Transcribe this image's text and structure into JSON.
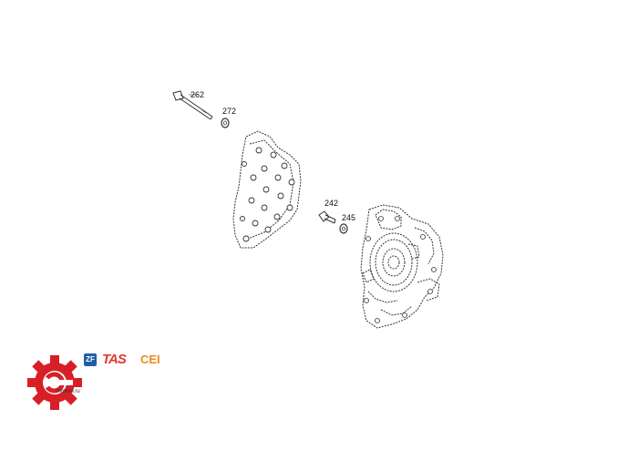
{
  "callouts": {
    "c262": "262",
    "c272": "272",
    "c242": "242",
    "c245": "245"
  },
  "logos": {
    "zf": "ZF",
    "tas": "TAS",
    "cei": "CEI",
    "site": "mhtron.ru"
  },
  "colors": {
    "line": "#333333",
    "gear_red": "#d81f26",
    "zf_blue": "#1f5fa8",
    "tas_red": "#e23b2a",
    "cei_orange": "#f08a1c"
  }
}
